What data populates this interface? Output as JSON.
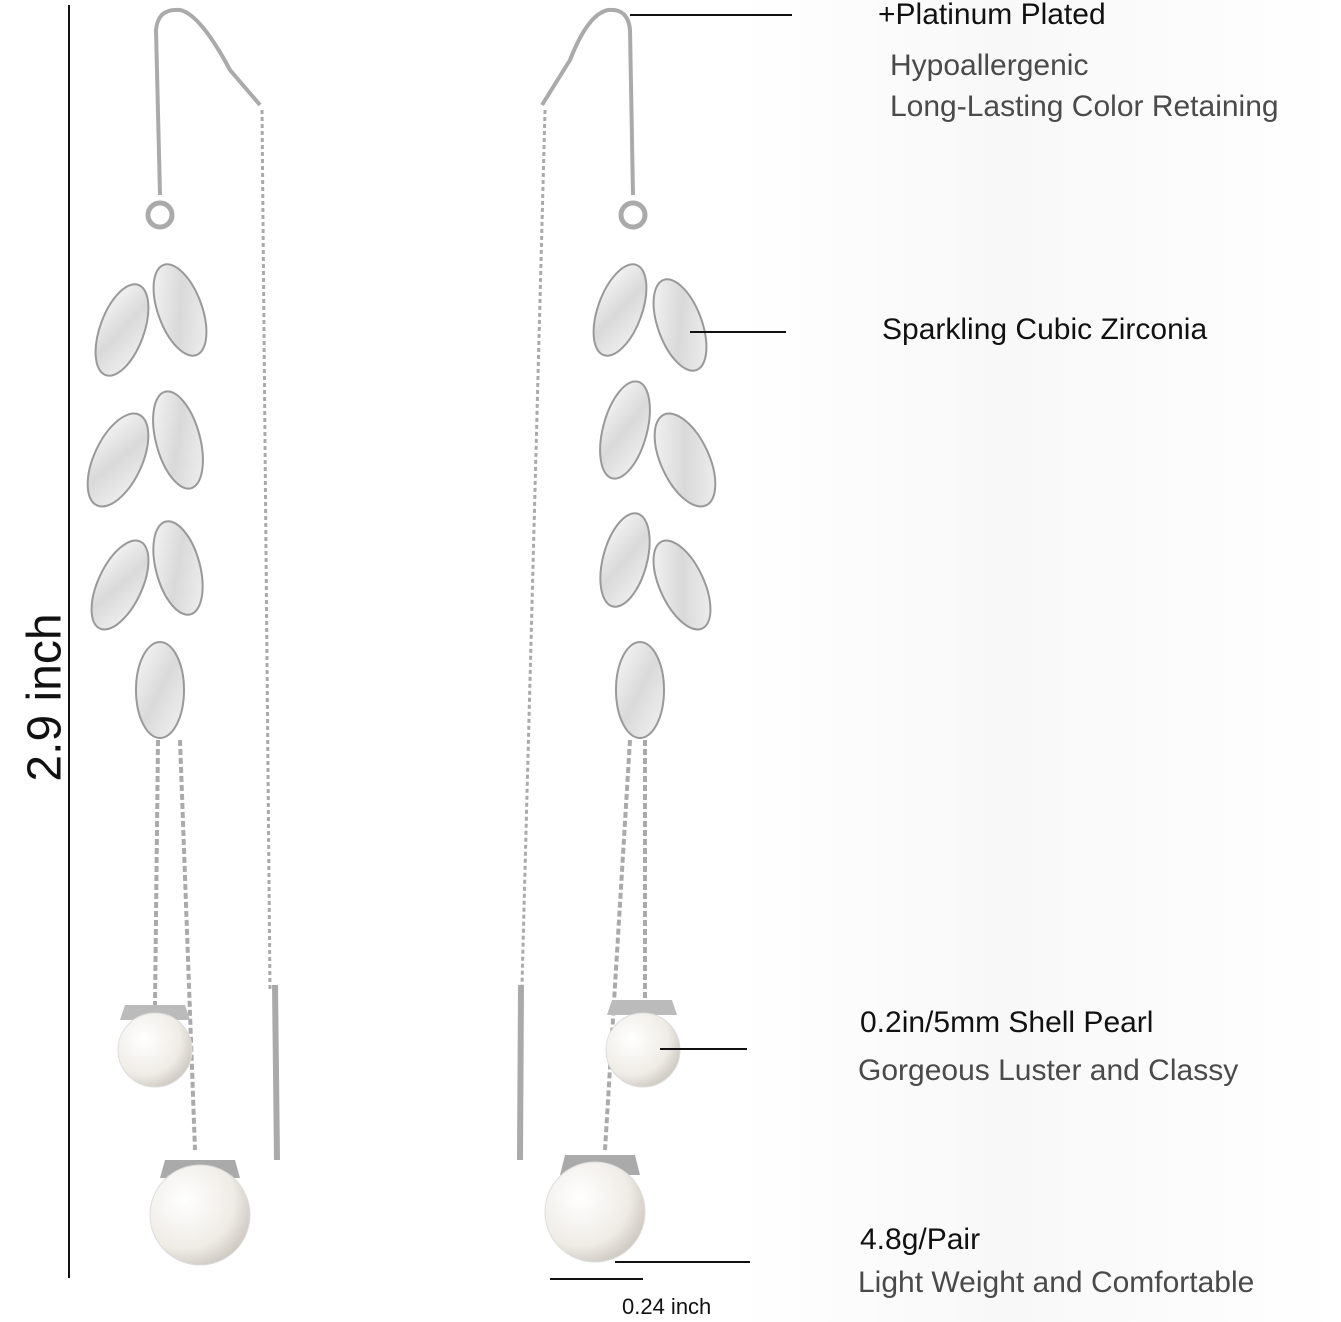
{
  "dimensions": {
    "length": "2.9 inch",
    "pearl_width": "0.24 inch"
  },
  "callouts": [
    {
      "title": "+Platinum Plated",
      "lines": [
        "Hypoallergenic",
        "Long-Lasting Color Retaining"
      ]
    },
    {
      "title": "Sparkling Cubic Zirconia",
      "lines": []
    },
    {
      "title": "0.2in/5mm Shell Pearl",
      "lines": [
        "Gorgeous Luster and Classy"
      ]
    },
    {
      "title": "4.8g/Pair",
      "lines": [
        "Light Weight and Comfortable"
      ]
    }
  ],
  "colors": {
    "metal": "#b8b8b8",
    "pearl": "#f2efe8",
    "text": "#111111"
  }
}
